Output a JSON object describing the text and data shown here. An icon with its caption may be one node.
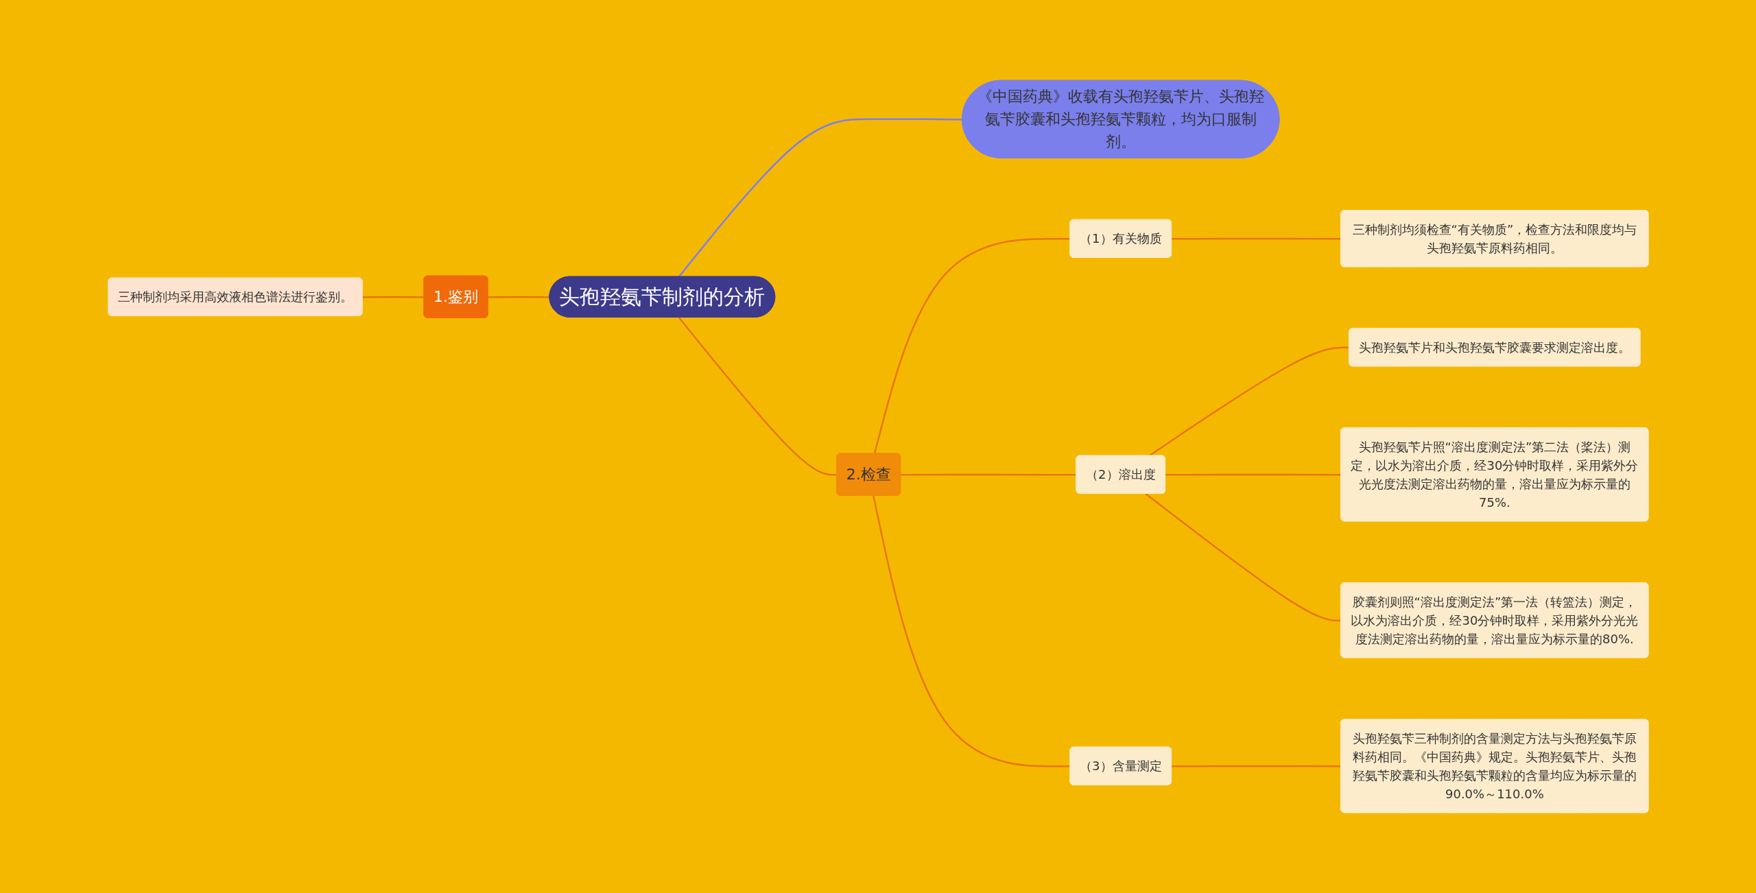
{
  "diagram": {
    "nodes": [
      {
        "text": [
          "头孢羟氨苄制剂的分析"
        ]
      },
      {
        "text": [
          "《中国药典》收载有头孢羟氨苄片、头孢羟氨苄胶囊和头孢羟氨苄颗粒，均为口服制剂。"
        ]
      },
      {
        "text": [
          "1.鉴别"
        ]
      },
      {
        "text": [
          "三种制剂均采用高效液相色谱法进行鉴别。"
        ]
      },
      {
        "text": [
          "2.检查"
        ]
      },
      {
        "text": [
          "（1）有关物质"
        ]
      },
      {
        "text": [
          "三种制剂均须检查“有关物质”，检查方法和限度均与头孢羟氨苄原料药相同。"
        ]
      },
      {
        "text": [
          "（2）溶出度"
        ]
      },
      {
        "text": [
          "头孢羟氨苄片和头孢羟氨苄胶囊要求测定溶出度。"
        ]
      },
      {
        "text": [
          "头孢羟氨苄片照“溶出度测定法”第二法（桨法）测定，以水为溶出介质，经30分钟时取样，采用紫外分光光度法测定溶出药物的量，溶出量应为标示量的75%."
        ]
      },
      {
        "text": [
          "胶囊剂则照“溶出度测定法”第一法（转篮法）测定，以水为溶出介质，经30分钟时取样，采用紫外分光光度法测定溶出药物的量，溶出量应为标示量的80%."
        ]
      },
      {
        "text": [
          "（3）含量测定"
        ]
      },
      {
        "text": [
          "头孢羟氨苄三种制剂的含量测定方法与头孢羟氨苄原料药相同。《中国药典》规定。头孢羟氨苄片、头孢羟氨苄胶囊和头孢羟氨苄颗粒的含量均应为标示量的90.0%～110.0%"
        ]
      }
    ],
    "edges": [
      {
        "from": 0,
        "to": 1,
        "arrow": "none",
        "color": "#7b7fec"
      },
      {
        "from": 0,
        "to": 2,
        "arrow": "none"
      },
      {
        "from": 2,
        "to": 3,
        "arrow": "none"
      },
      {
        "from": 0,
        "to": 4,
        "arrow": "none"
      },
      {
        "from": 4,
        "to": 5,
        "arrow": "none"
      },
      {
        "from": 5,
        "to": 6,
        "arrow": "none"
      },
      {
        "from": 4,
        "to": 7,
        "arrow": "none"
      },
      {
        "from": 7,
        "to": 8,
        "arrow": "none"
      },
      {
        "from": 7,
        "to": 9,
        "arrow": "none"
      },
      {
        "from": 7,
        "to": 10,
        "arrow": "none"
      },
      {
        "from": 4,
        "to": 11,
        "arrow": "none"
      },
      {
        "from": 11,
        "to": 12,
        "arrow": "none"
      }
    ]
  }
}
